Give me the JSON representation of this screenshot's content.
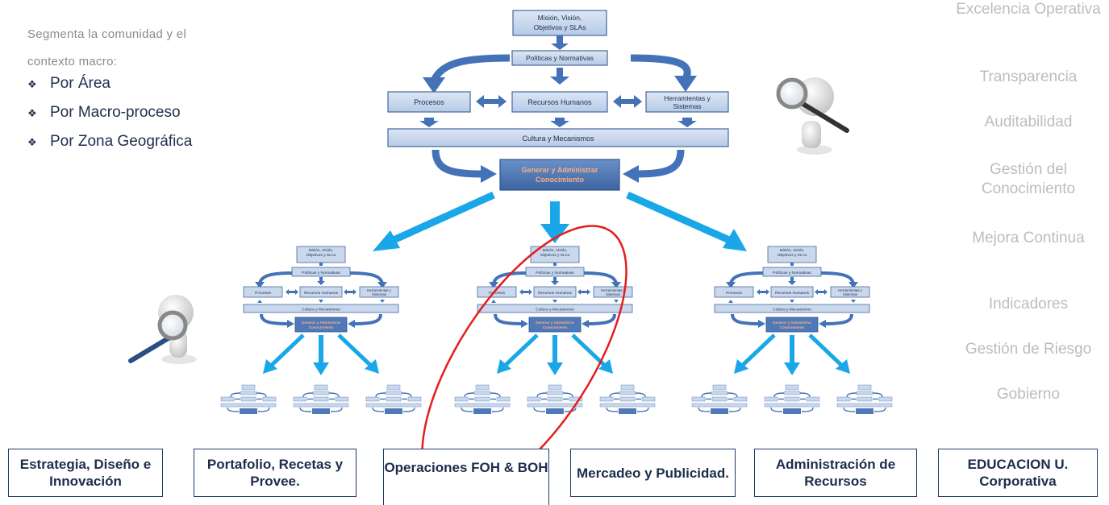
{
  "intro": {
    "line1": "Segmenta la comunidad y el",
    "line2": "contexto macro:"
  },
  "bullets": [
    {
      "label": "Por Área"
    },
    {
      "label": "Por Macro-proceso"
    },
    {
      "label": "Por Zona Geográfica"
    }
  ],
  "bullet_icon": "diamond-cluster-icon",
  "main_diagram": {
    "top": "Misión, Visión, Objetivos y SLAs",
    "policies": "Políticas y Normativas",
    "processes": "Procesos",
    "hr": "Recursos Humanos",
    "tools": "Herramientas y Sistemas",
    "culture": "Cultura y Mecanismos",
    "knowledge": "Generar y Administrar Conocimiento"
  },
  "right_column": [
    {
      "label": "Excelencia Operativa"
    },
    {
      "label": "Transparencia"
    },
    {
      "label": "Auditabilidad"
    },
    {
      "label": "Gestión del Conocimiento"
    },
    {
      "label": "Mejora Continua"
    },
    {
      "label": "Indicadores"
    },
    {
      "label": "Gestión de Riesgo"
    },
    {
      "label": "Gobierno"
    }
  ],
  "categories": [
    {
      "label": "Estrategia, Diseño e Innovación"
    },
    {
      "label": "Portafolio, Recetas y Provee."
    },
    {
      "label": "Operaciones FOH & BOH"
    },
    {
      "label": "Mercadeo y Publicidad."
    },
    {
      "label": "Administración de Recursos"
    },
    {
      "label": "EDUCACION U. Corporativa"
    }
  ],
  "colors": {
    "box_fill": "#c9d8ec",
    "box_border": "#44689e",
    "arrow": "#4472b8",
    "knowledge_fill": "#4f79b8",
    "knowledge_text": "#f4b183",
    "cyan_arrow": "#1aa7e8",
    "highlight_ellipse": "#e41e1e",
    "category_border": "#1f3a6a",
    "faded_text": "#bdbdbd"
  },
  "decorations": [
    "person-with-magnifier-figure",
    "person-with-magnifier-figure"
  ]
}
